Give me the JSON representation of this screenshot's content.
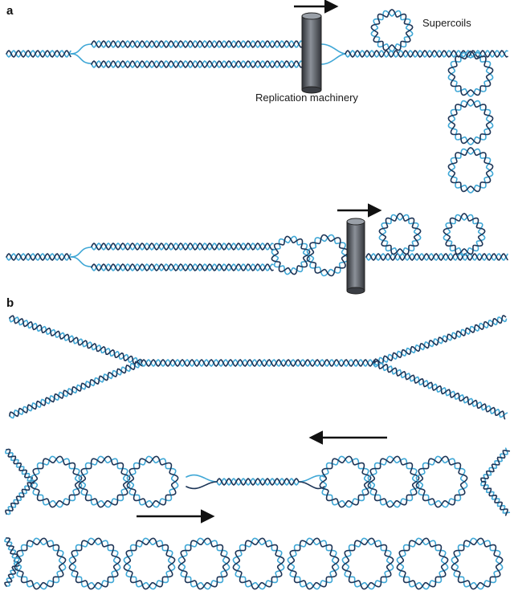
{
  "panels": {
    "a": {
      "label": "a"
    },
    "b": {
      "label": "b"
    }
  },
  "labels": {
    "supercoils": "Supercoils",
    "replication_machinery": "Replication machinery"
  },
  "colors": {
    "strand_dark": "#1d3557",
    "strand_light": "#3fa7d6",
    "machinery_dark": "#3b3e44",
    "machinery_light": "#8c9199",
    "arrow": "#111111"
  },
  "icons": {
    "replication_machinery": "grey-cylinder",
    "direction_arrow": "black-arrow"
  }
}
